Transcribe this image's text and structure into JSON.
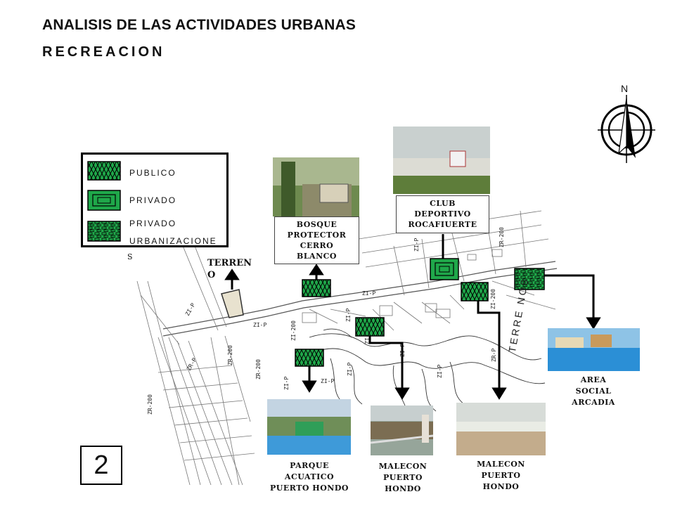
{
  "header": {
    "title": "ANALISIS DE LAS ACTIVIDADES URBANAS",
    "subtitle": "RECREACION"
  },
  "legend": {
    "items": [
      {
        "label": "PUBLICO",
        "symbol": "diamond-pattern"
      },
      {
        "label": "PRIVADO",
        "symbol": "concentric-rectangles"
      },
      {
        "label_line1": "PRIVADO",
        "label_line2": "URBANIZACIONE",
        "label_line3": "S",
        "symbol": "brick-pattern"
      }
    ]
  },
  "map": {
    "north_label": "N",
    "site_label_line1": "TERREN",
    "site_label_line2": "O",
    "edge_label": "TERRE NOS"
  },
  "places": {
    "bosque": "BOSQUE PROTECTOR CERRO BLANCO",
    "club": "CLUB DEPORTIVO ROCAFIUERTE",
    "area_social": "AREA SOCIAL ARCADIA",
    "parque": "PARQUE ACUATICO PUERTO HONDO",
    "malecon1": "MALECON PUERTO HONDO",
    "malecon2": "MALECON PUERTO HONDO"
  },
  "page_number": "2",
  "colors": {
    "symbol_green": "#1fa84a",
    "map_line": "#555555",
    "arrow": "#000000"
  }
}
